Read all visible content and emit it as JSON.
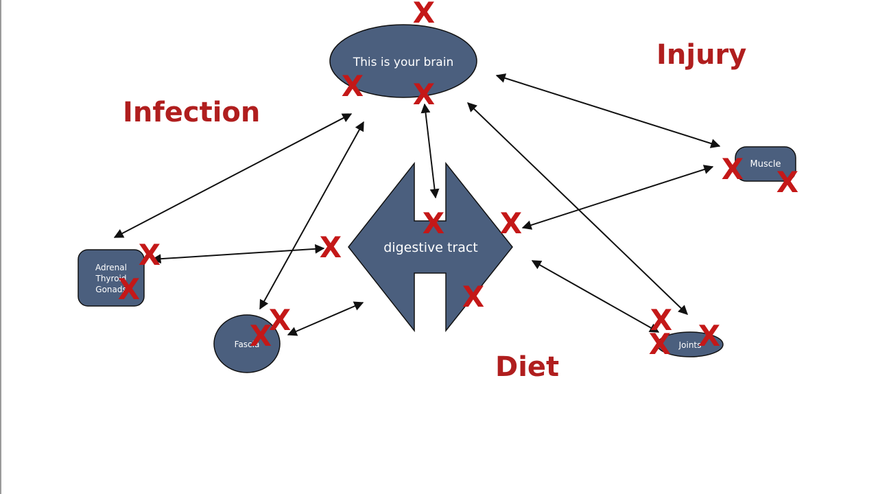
{
  "nodes": {
    "brain": "This is your brain",
    "gut": "digestive tract",
    "glands": [
      "Adrenal",
      "Thyroid",
      "Gonads"
    ],
    "muscle": "Muscle",
    "fascia": "Fascia",
    "joints": "Joints"
  },
  "factors": {
    "infection": "Infection",
    "injury": "Injury",
    "diet": "Diet"
  },
  "x_mark": "X",
  "colors": {
    "node_fill": "#4b5f7e",
    "factor_text": "#b01e1e",
    "x_mark": "#c41818",
    "arrow": "#111111"
  }
}
